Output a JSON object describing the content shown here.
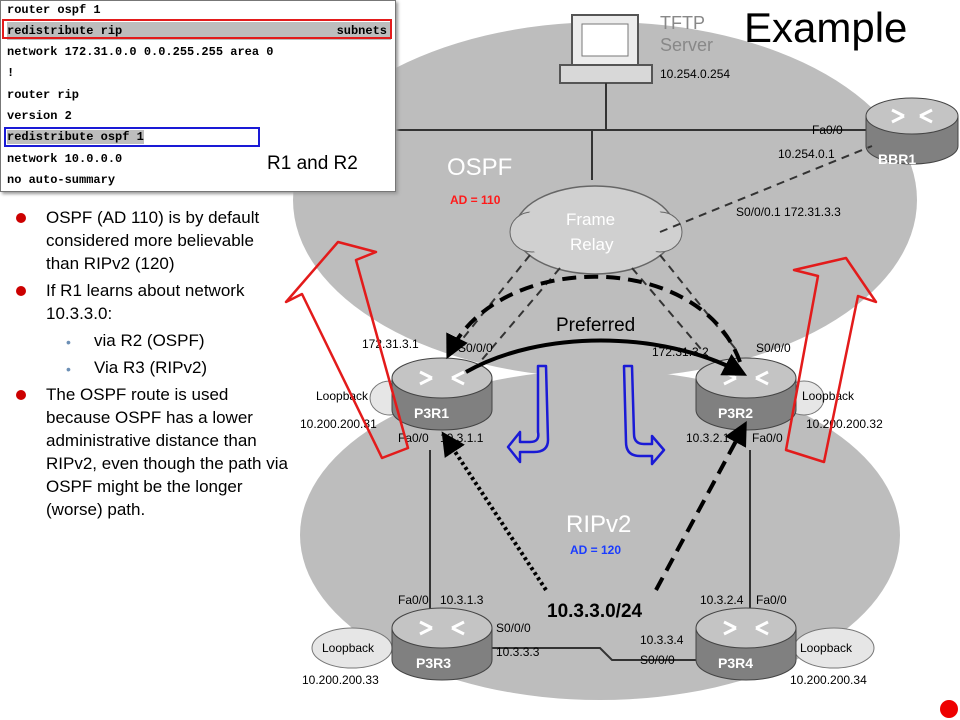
{
  "title": "Example",
  "config_caption": "R1 and R2",
  "config_lines": [
    {
      "text": "router ospf 1"
    },
    {
      "text": "redistribute rip",
      "right": "subnets"
    },
    {
      "text": "network 172.31.0.0 0.0.255.255 area 0"
    },
    {
      "text": "!"
    },
    {
      "text": "router rip"
    },
    {
      "text": "version 2"
    },
    {
      "text": "redistribute ospf 1"
    },
    {
      "text": "network 10.0.0.0"
    },
    {
      "text": "no auto-summary"
    }
  ],
  "bullets": {
    "b1": "OSPF (AD 110) is by default considered more believable than RIPv2 (120)",
    "b2": "If R1 learns about network 10.3.3.0:",
    "s1": "via R2  (OSPF)",
    "s2": "Via R3 (RIPv2)",
    "b3": "The OSPF route is used because OSPF has a lower administrative distance than RIPv2, even though the path via OSPF might be the longer (worse) path."
  },
  "topology": {
    "ospf_label": "OSPF",
    "ospf_ad": "AD = 110",
    "rip_label": "RIPv2",
    "rip_ad": "AD = 120",
    "frame_relay": [
      "Frame",
      "Relay"
    ],
    "tftp": {
      "label": [
        "TFTP",
        "Server"
      ],
      "ip": "10.254.0.254"
    },
    "bbr1": {
      "name": "BBR1",
      "iface": "Fa0/0",
      "ip": "10.254.0.1",
      "serial": "S0/0/0.1 172.31.3.3"
    },
    "p3r1": {
      "name": "P3R1",
      "s000": "S0/0/0",
      "serial_ip": "172.31.3.1",
      "loopback": "Loopback",
      "loop_ip": "10.200.200.31",
      "fa": "Fa0/0",
      "fa_ip": "10.3.1.1"
    },
    "p3r2": {
      "name": "P3R2",
      "s000": "S0/0/0",
      "serial_ip": "172.31.3.2",
      "loopback": "Loopback",
      "loop_ip": "10.200.200.32",
      "fa": "Fa0/0",
      "fa_ip": "10.3.2.1"
    },
    "p3r3": {
      "name": "P3R3",
      "fa": "Fa0/0",
      "fa_ip": "10.3.1.3",
      "s000": "S0/0/0",
      "serial_ip": "10.3.3.3",
      "loopback": "Loopback",
      "loop_ip": "10.200.200.33"
    },
    "p3r4": {
      "name": "P3R4",
      "fa": "Fa0/0",
      "fa_ip": "10.3.2.4",
      "s000": "S0/0/0",
      "serial_ip": "10.3.3.4",
      "loopback": "Loopback",
      "loop_ip": "10.200.200.34"
    },
    "preferred": "Preferred",
    "network": "10.3.3.0/24"
  },
  "colors": {
    "red": "#e31b1b",
    "blue": "#1a1ad6",
    "ad_red": "#ff1a1a",
    "ad_blue": "#1a3cff",
    "cloud_gray": "#c9c9c9"
  }
}
